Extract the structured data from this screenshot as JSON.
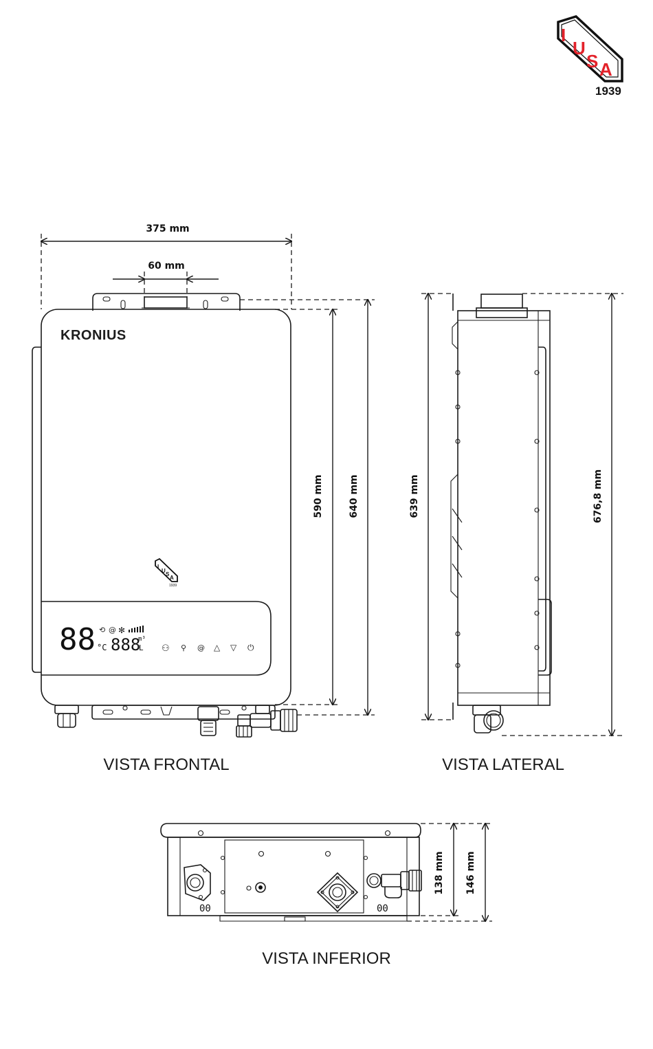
{
  "logo": {
    "letters": [
      "I",
      "U",
      "S",
      "A"
    ],
    "year": "1939",
    "color": "#e3222a"
  },
  "front_view": {
    "label": "VISTA FRONTAL",
    "brand": "KRONIUS",
    "display": {
      "big_digits": "88",
      "unit_c": "°C",
      "small_digits": "888",
      "unit_m3": "m³",
      "unit_l": "L"
    },
    "dimensions": {
      "width": "375 mm",
      "flue": "60 mm",
      "body_height": "590 mm",
      "total_height": "640 mm"
    }
  },
  "side_view": {
    "label": "VISTA LATERAL",
    "dimensions": {
      "height": "639 mm",
      "total_height": "676,8 mm"
    }
  },
  "bottom_view": {
    "label": "VISTA INFERIOR",
    "dimensions": {
      "depth": "138 mm",
      "total_depth": "146 mm"
    }
  }
}
